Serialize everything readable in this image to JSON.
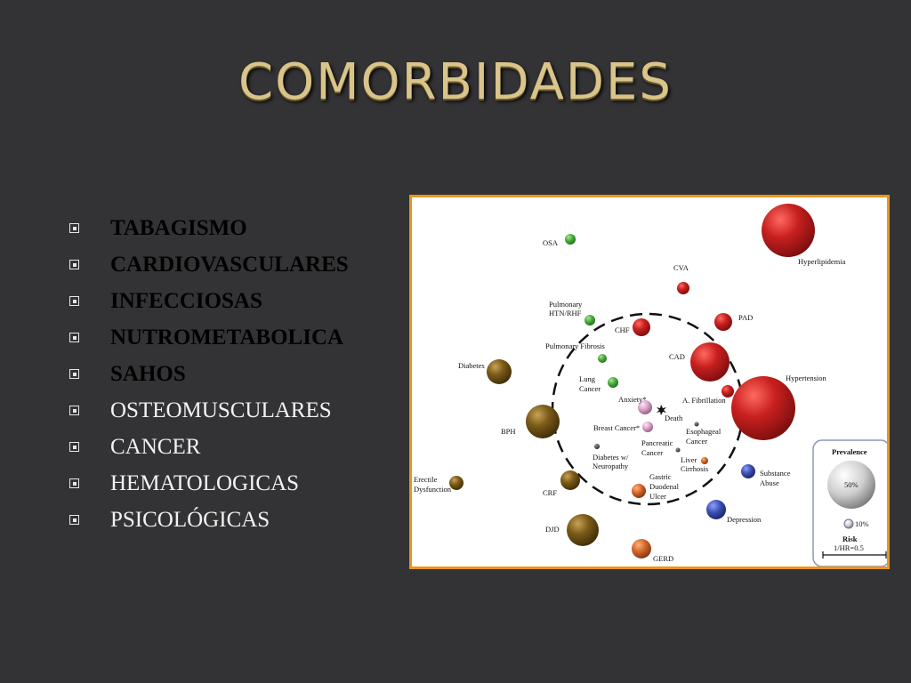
{
  "slide": {
    "title": "COMORBIDADES",
    "items": [
      {
        "label": "TABAGISMO",
        "bold": true
      },
      {
        "label": "CARDIOVASCULARES",
        "bold": true
      },
      {
        "label": "INFECCIOSAS",
        "bold": true
      },
      {
        "label": "NUTROMETABOLICA",
        "bold": true
      },
      {
        "label": "SAHOS",
        "bold": true
      },
      {
        "label": "OSTEOMUSCULARES",
        "bold": false
      },
      {
        "label": "CANCER",
        "bold": false
      },
      {
        "label": "HEMATOLOGICAS",
        "bold": false
      },
      {
        "label": "PSICOLÓGICAS",
        "bold": false
      }
    ]
  },
  "diagram": {
    "center_label": "Death",
    "legend": {
      "prevalence_label": "Prevalence",
      "prevalence_large": "50%",
      "prevalence_small": "10%",
      "risk_label": "Risk",
      "risk_value": "1/HR=0.5"
    },
    "colors": {
      "red": "#c8201f",
      "brown": "#7a5a18",
      "green": "#4aaa3c",
      "blue": "#3a4fb0",
      "orange": "#d0632a",
      "pink": "#d9a0c8",
      "border": "#e8961e"
    }
  }
}
